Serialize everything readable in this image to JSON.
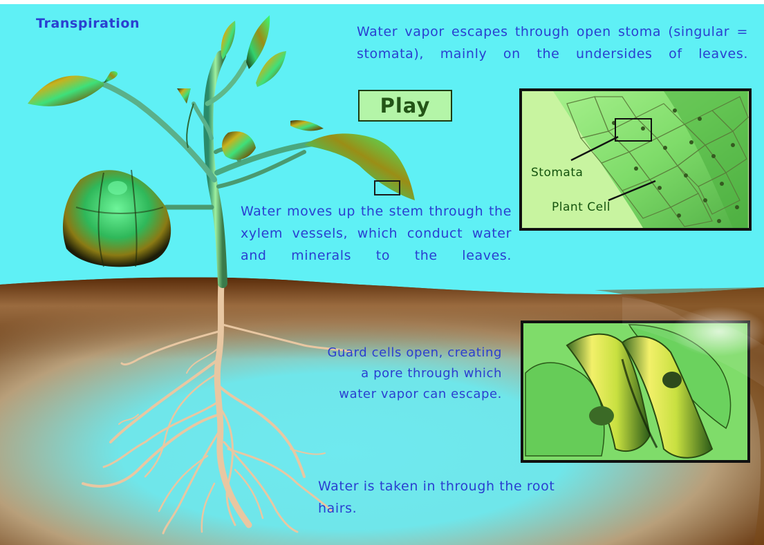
{
  "title": "Transpiration",
  "play_button": {
    "label": "Play"
  },
  "captions": {
    "water_vapor": "Water vapor escapes through open stoma (singular = stomata), mainly on the undersides of leaves.",
    "stem": "Water moves up the stem through the xylem vessels, which conduct water and minerals to the leaves.",
    "guard_cells": "Guard cells open, creating a pore through which water vapor can escape.",
    "root_hairs": "Water is taken in through the root hairs."
  },
  "leaf_inset": {
    "stomata_label": "Stomata",
    "plant_cell_label": "Plant Cell"
  },
  "colors": {
    "sky": "#5ff0f5",
    "soil": "#6b3a12",
    "text": "#2a3fd0",
    "inset_green": "#7fe06a",
    "root": "#e8c7a2"
  }
}
